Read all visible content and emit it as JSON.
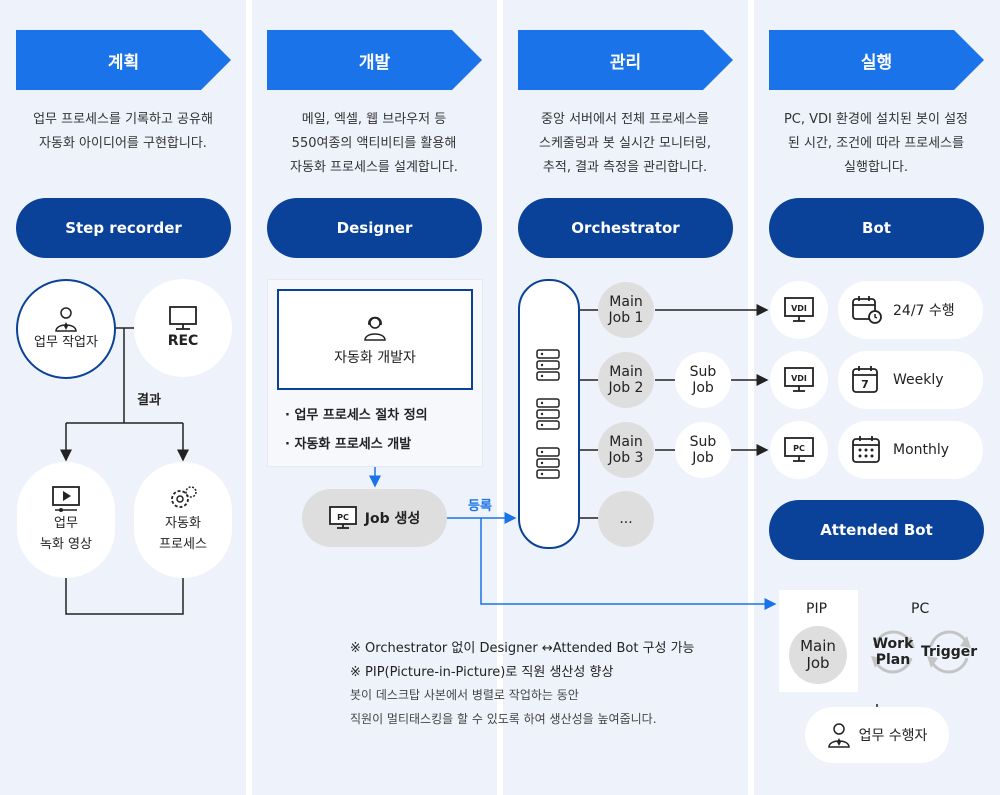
{
  "stages": [
    {
      "title": "계획",
      "desc_lines": [
        "업무 프로세스를 기록하고 공유해",
        "자동화 아이디어를 구현합니다."
      ],
      "tool": "Step recorder"
    },
    {
      "title": "개발",
      "desc_lines": [
        "메일, 엑셀, 웹 브라우저 등",
        "550여종의 액티비티를 활용해",
        "자동화 프로세스를 설계합니다."
      ],
      "tool": "Designer"
    },
    {
      "title": "관리",
      "desc_lines": [
        "중앙 서버에서 전체 프로세스를",
        "스케줄링과 봇 실시간 모니터링,",
        "추적, 결과 측정을 관리합니다."
      ],
      "tool": "Orchestrator"
    },
    {
      "title": "실행",
      "desc_lines": [
        "PC, VDI 환경에 설치된 봇이 설정",
        "된 시간, 조건에 따라 프로세스를",
        "실행합니다."
      ],
      "tool": "Bot"
    }
  ],
  "plan": {
    "worker": "업무 작업자",
    "rec": "REC",
    "result": "결과",
    "video_lines": [
      "업무",
      "녹화 영상"
    ],
    "process_lines": [
      "자동화",
      "프로세스"
    ]
  },
  "dev": {
    "developer": "자동화 개발자",
    "bullets": [
      "업무 프로세스 절차 정의",
      "자동화 프로세스 개발"
    ],
    "pc": "PC",
    "job_create": "Job 생성",
    "register": "등록"
  },
  "manage": {
    "jobs": [
      {
        "lines": [
          "Main",
          "Job 1"
        ]
      },
      {
        "lines": [
          "Main",
          "Job 2"
        ],
        "sub": [
          "Sub",
          "Job"
        ]
      },
      {
        "lines": [
          "Main",
          "Job 3"
        ],
        "sub": [
          "Sub",
          "Job"
        ]
      },
      {
        "lines": [
          "..."
        ]
      }
    ]
  },
  "run": {
    "rows": [
      {
        "device": "VDI",
        "schedule": "24/7 수행",
        "icon": "calendar-clock-icon"
      },
      {
        "device": "VDI",
        "schedule": "Weekly",
        "icon": "calendar-7-icon",
        "day": "7"
      },
      {
        "device": "PC",
        "schedule": "Monthly",
        "icon": "calendar-grid-icon"
      }
    ],
    "attended": "Attended Bot",
    "pip": "PIP",
    "pc": "PC",
    "main_job": [
      "Main",
      "Job"
    ],
    "work_plan": [
      "Work",
      "Plan"
    ],
    "trigger": "Trigger",
    "operator": "업무 수행자"
  },
  "notes": [
    "※ Orchestrator 없이 Designer ↔Attended Bot 구성 가능",
    "※ PIP(Picture-in-Picture)로 직원 생산성 향상"
  ],
  "notes_small": [
    "봇이 데스크탑 사본에서 병렬로 작업하는 동안",
    "직원이 멀티태스킹을 할 수 있도록 하여 생산성을 높여줍니다."
  ],
  "colors": {
    "column_bg": "#eef3fb",
    "arrow_blue": "#1a73e8",
    "tool_navy": "#0a4199",
    "job_gray": "#dedede",
    "circle_border": "#0a4199"
  }
}
